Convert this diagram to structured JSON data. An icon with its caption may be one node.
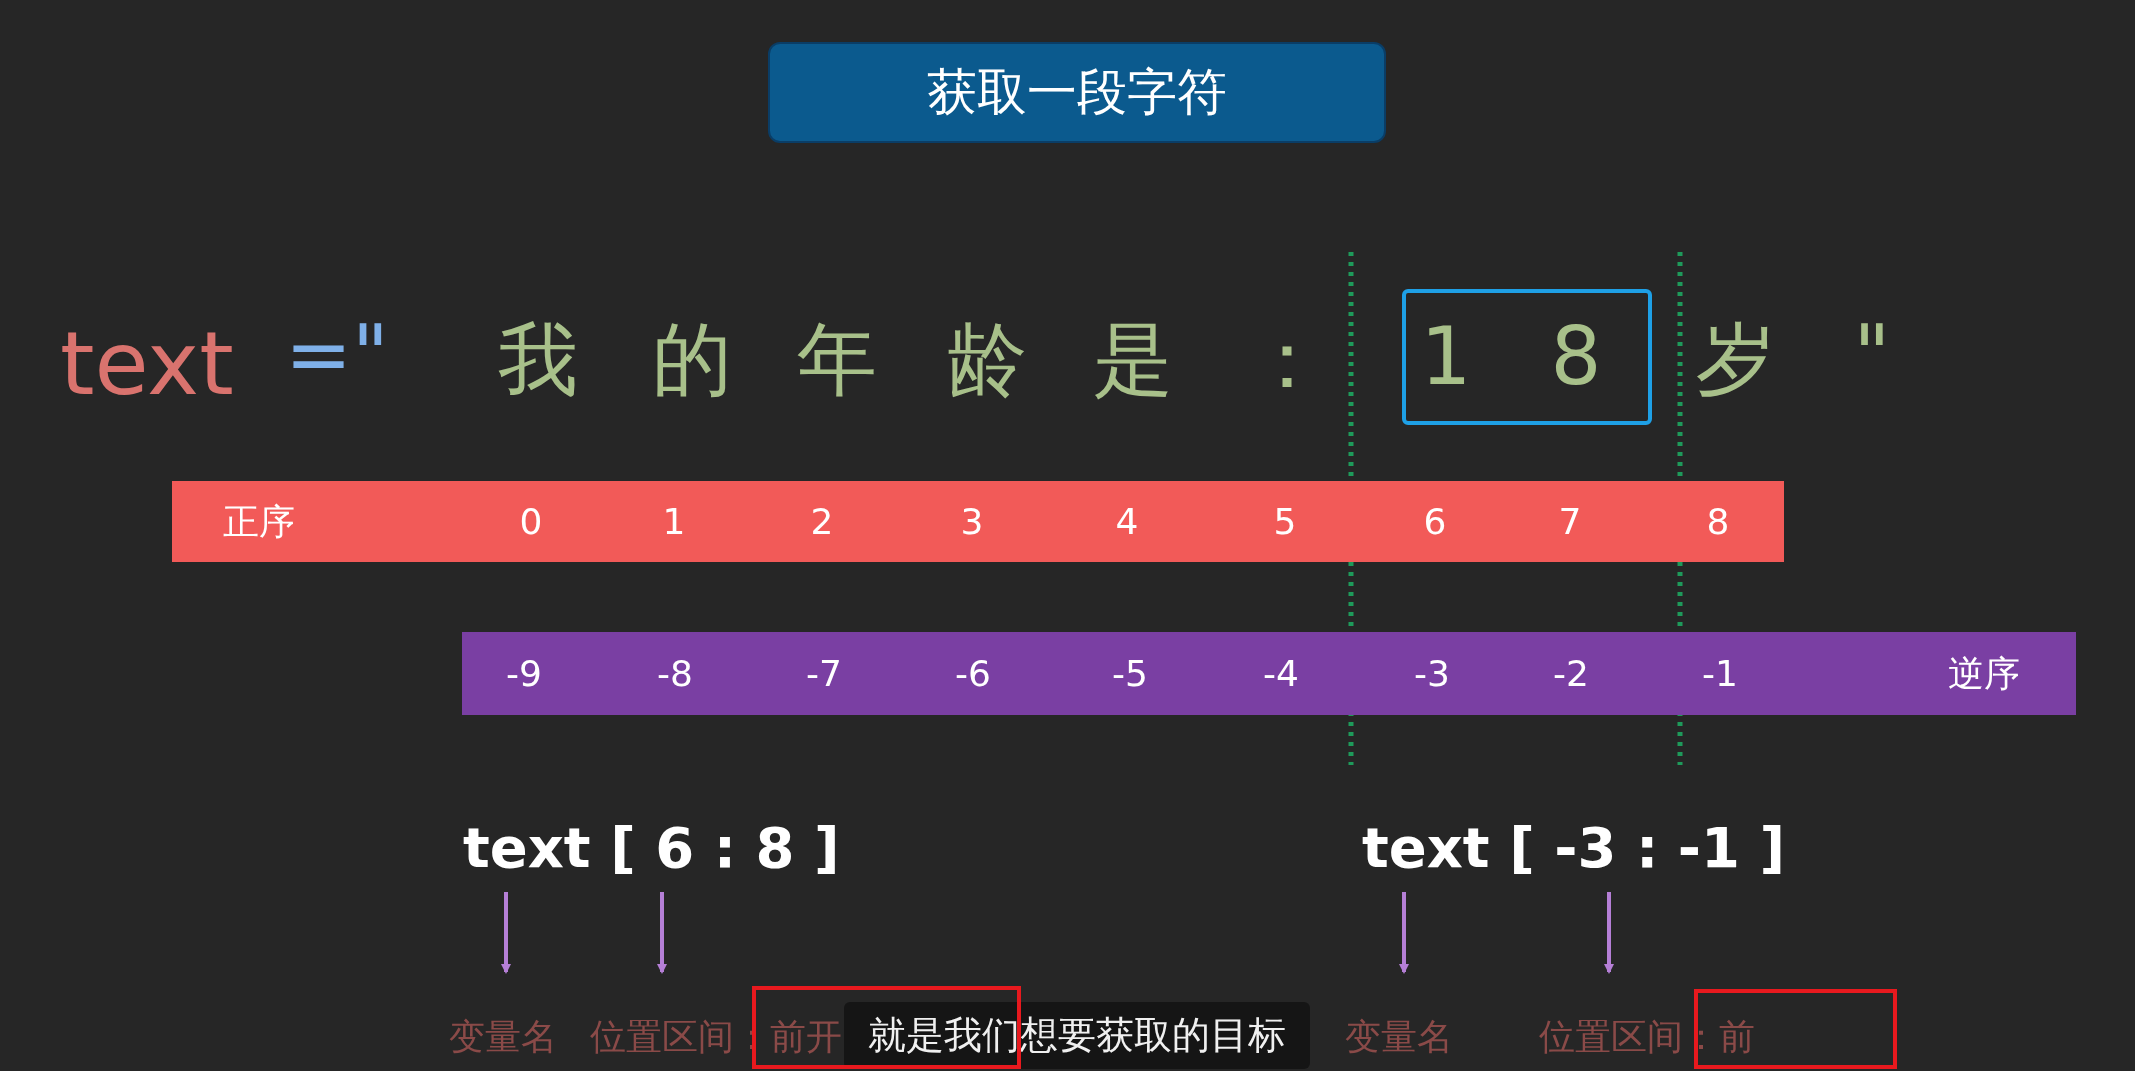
{
  "diagram": {
    "title": "获取一段字符",
    "nodes": [
      {
        "text": [
          "正序",
          "0",
          "1",
          "2",
          "3",
          "4",
          "5",
          "6",
          "7",
          "8"
        ]
      },
      {
        "text": [
          "-9",
          "-8",
          "-7",
          "-6",
          "-5",
          "-4",
          "-3",
          "-2",
          "-1",
          "逆序"
        ]
      },
      {
        "text": [
          "1",
          "8"
        ]
      },
      {
        "text": [
          "text [ 6 : 8 ]"
        ]
      },
      {
        "text": [
          "变量名"
        ]
      },
      {
        "text": [
          "位置区间：前开"
        ]
      },
      {
        "text": [
          "text [ -3 : -1 ]"
        ]
      },
      {
        "text": [
          "变量名"
        ]
      },
      {
        "text": [
          "位置区间：前"
        ]
      }
    ],
    "edges": [
      {
        "from": 3,
        "to": 4,
        "arrow": "to"
      },
      {
        "from": 3,
        "to": 5,
        "arrow": "to"
      },
      {
        "from": 6,
        "to": 7,
        "arrow": "to"
      },
      {
        "from": 6,
        "to": 8,
        "arrow": "to"
      }
    ],
    "labels": [
      "text",
      "=\"",
      "我",
      "的",
      "年",
      "龄",
      "是",
      "：",
      "岁",
      "\"",
      "就是我们想要获取的目标"
    ]
  }
}
